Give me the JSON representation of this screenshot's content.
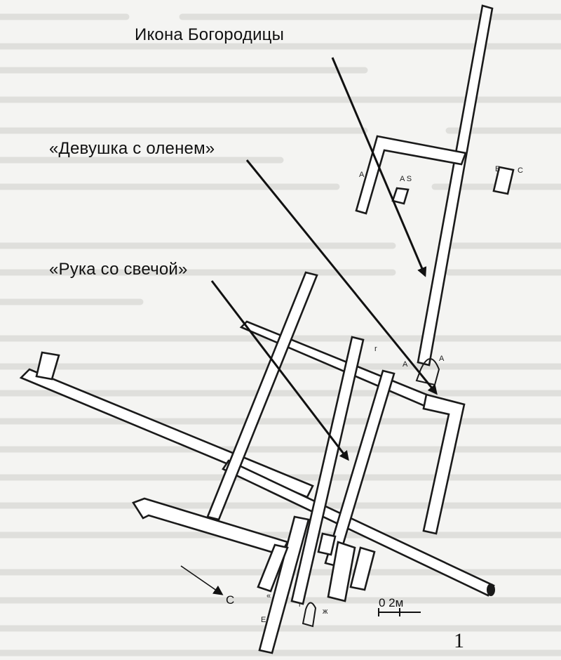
{
  "labels": {
    "icon_mother_of_god": "Икона Богородицы",
    "girl_with_deer": "«Девушка с оленем»",
    "hand_with_candle": "«Рука со свечой»"
  },
  "markers": {
    "c_lower": "С",
    "scale": "0  2м"
  },
  "page_number": "1",
  "colors": {
    "ink": "#1a1a1a",
    "paper": "#f4f4f2"
  }
}
